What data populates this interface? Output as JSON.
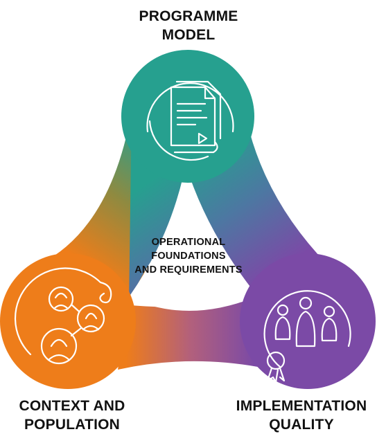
{
  "nodes": {
    "top": {
      "title_lines": [
        "PROGRAMME",
        "MODEL"
      ],
      "color": "#26a08f",
      "icon": "documents-icon"
    },
    "left": {
      "title_lines": [
        "CONTEXT AND",
        "POPULATION"
      ],
      "color": "#ee7d1a",
      "icon": "people-network-icon"
    },
    "right": {
      "title_lines": [
        "IMPLEMENTATION",
        "QUALITY"
      ],
      "color": "#7b4aa6",
      "icon": "group-with-award-icon"
    }
  },
  "center": {
    "lines": [
      "OPERATIONAL",
      "FOUNDATIONS",
      "AND REQUIREMENTS"
    ]
  }
}
